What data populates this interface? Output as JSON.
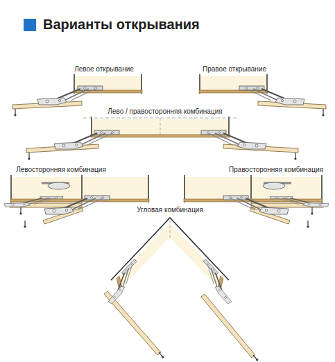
{
  "diagram": {
    "title": "Варианты открывания",
    "labels": [
      "Левое открывание",
      "Правое открывание",
      "Лево / правосторонняя комбинация",
      "Левосторонняя комбинация",
      "Правосторонняя комбинация",
      "Угловая комбинация"
    ]
  }
}
